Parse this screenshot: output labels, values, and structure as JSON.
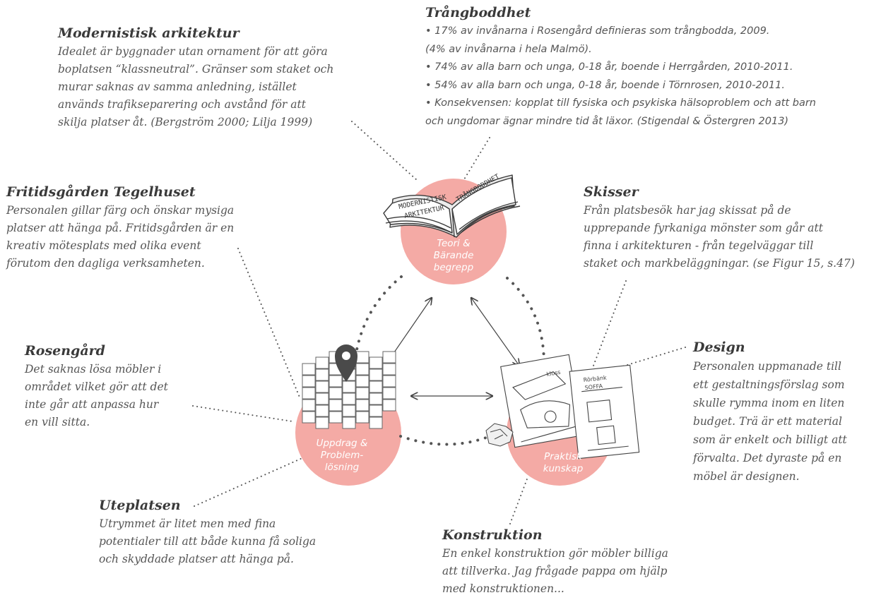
{
  "notes": {
    "modernistisk": {
      "title": "Modernistisk arkitektur",
      "lines": [
        "Idealet är byggnader utan ornament för att göra",
        "boplatsen “klassneutral”. Gränser som staket och",
        "murar saknas av samma anledning, istället",
        "används trafikseparering och avstånd för att",
        "skilja platser åt. (Bergström 2000; Lilja 1999)"
      ]
    },
    "trangboddhet": {
      "title": "Trångboddhet",
      "lines": [
        "• 17% av invånarna i Rosengård definieras som trångbodda, 2009.",
        "(4% av invånarna i hela Malmö).",
        "• 74% av alla barn och unga, 0-18 år, boende i Herrgården, 2010-2011.",
        "• 54% av alla barn och unga, 0-18 år, boende i Törnrosen, 2010-2011.",
        "• Konsekvensen: kopplat till fysiska och psykiska hälsoproblem och att barn",
        "och ungdomar ägnar mindre tid åt läxor. (Stigendal & Östergren 2013)"
      ]
    },
    "fritidsgarden": {
      "title": "Fritidsgården Tegelhuset",
      "lines": [
        "Personalen gillar färg och önskar mysiga",
        "platser att hänga på. Fritidsgården är en",
        "kreativ mötesplats med olika event",
        "förutom den dagliga verksamheten."
      ]
    },
    "skisser": {
      "title": "Skisser",
      "lines": [
        "Från platsbesök har jag skissat på de",
        "upprepande fyrkaniga mönster som går att",
        "finna i arkitekturen - från tegelväggar till",
        "staket och markbeläggningar. (se Figur 15, s.47)"
      ]
    },
    "rosengard": {
      "title": "Rosengård",
      "lines": [
        "Det saknas lösa möbler i",
        "området vilket gör att det",
        "inte går att anpassa hur",
        "en vill sitta."
      ]
    },
    "design": {
      "title": "Design",
      "lines": [
        "Personalen uppmanade till",
        "ett gestaltningsförslag som",
        "skulle rymma inom en liten",
        "budget. Trä är ett material",
        "som är enkelt och billigt att",
        "förvalta. Det dyraste på en",
        "möbel är designen."
      ]
    },
    "uteplatsen": {
      "title": "Uteplatsen",
      "lines": [
        "Utrymmet är litet men med fina",
        "potentialer till att både kunna få soliga",
        "och skyddade platser att hänga på."
      ]
    },
    "konstruktion": {
      "title": "Konstruktion",
      "lines": [
        "En enkel konstruktion gör möbler billiga",
        "att tillverka. Jag frågade pappa om hjälp",
        "med konstruktionen..."
      ]
    }
  },
  "circles": {
    "teori": [
      "Teori &",
      "Bärande",
      "begrepp"
    ],
    "uppdrag": [
      "Uppdrag &",
      "Problem-",
      "lösning"
    ],
    "praktisk": [
      "Praktisk",
      "kunskap"
    ]
  },
  "book_text": {
    "left": [
      "MODERNISTISK",
      "ARKITEKTUR"
    ],
    "right": "TRÅNGBODDHET"
  },
  "sketch_text": {
    "paper_a": "kloss",
    "paper_b": [
      "Rörbänk",
      "SOFFA"
    ]
  },
  "colors": {
    "circle": "#f4aaa5",
    "text": "#555555",
    "title": "#3a3a3a"
  }
}
